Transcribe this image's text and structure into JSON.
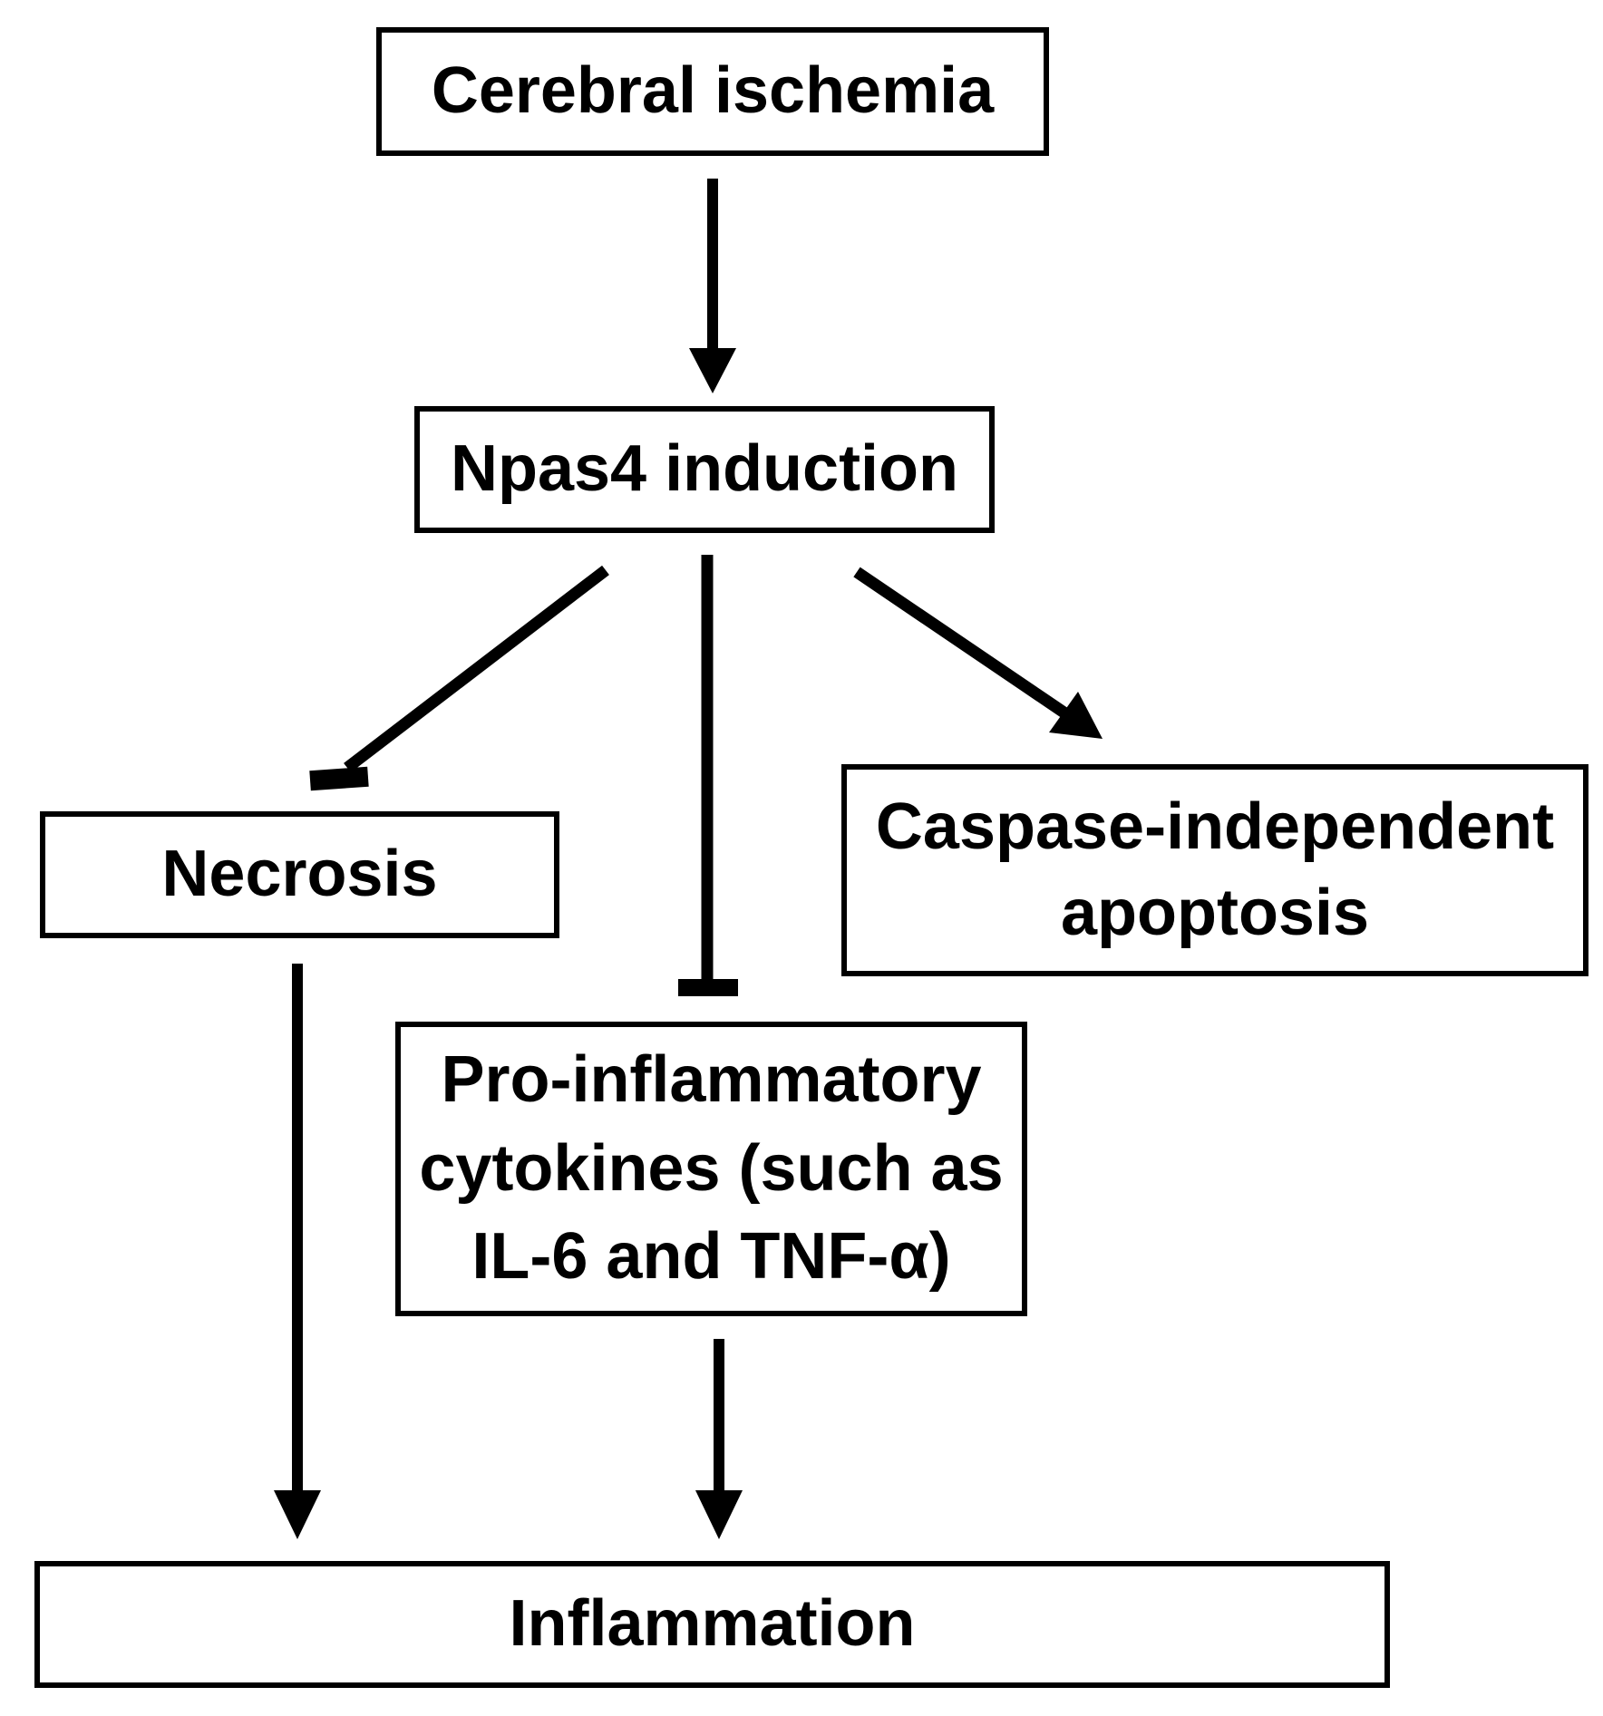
{
  "figure": {
    "type": "flowchart",
    "background_color": "#ffffff",
    "line_color": "#000000",
    "box_fill_color": "#ffffff",
    "text_color": "#000000",
    "nodes": {
      "cerebral_ischemia": {
        "label": "Cerebral ischemia"
      },
      "npas4_induction": {
        "label": "Npas4 induction"
      },
      "necrosis": {
        "label": "Necrosis"
      },
      "caspase_independent_apoptosis": {
        "label": "Caspase-independent apoptosis"
      },
      "pro_inflammatory_cytokines": {
        "label": "Pro-inflammatory cytokines (such as IL-6 and TNF-α)"
      },
      "inflammation": {
        "label": "Inflammation"
      }
    },
    "edges": [
      {
        "from": "Cerebral ischemia",
        "to": "Npas4 induction",
        "type": "arrow"
      },
      {
        "from": "Npas4 induction",
        "to": "Necrosis",
        "type": "inhibition"
      },
      {
        "from": "Npas4 induction",
        "to": "Pro-inflammatory cytokines (such as IL-6 and TNF-α)",
        "type": "inhibition"
      },
      {
        "from": "Npas4 induction",
        "to": "Caspase-independent apoptosis",
        "type": "arrow"
      },
      {
        "from": "Necrosis",
        "to": "Inflammation",
        "type": "arrow"
      },
      {
        "from": "Pro-inflammatory cytokines (such as IL-6 and TNF-α)",
        "to": "Inflammation",
        "type": "arrow"
      }
    ]
  }
}
